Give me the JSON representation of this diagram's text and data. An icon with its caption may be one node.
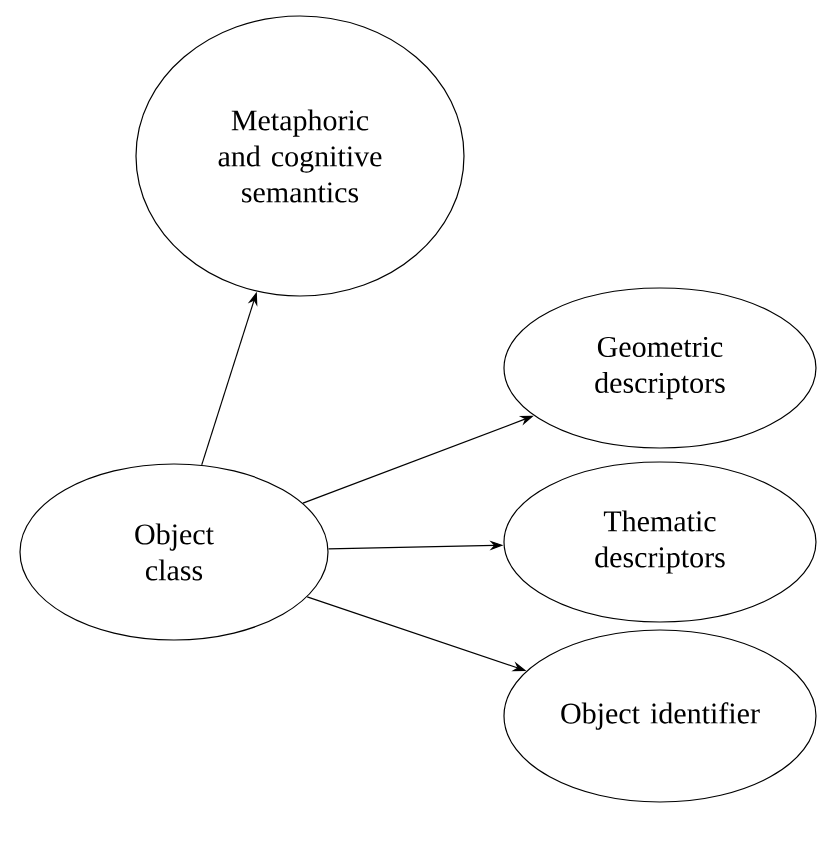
{
  "diagram": {
    "nodes": [
      {
        "text": [
          "Object class"
        ]
      },
      {
        "text": [
          "Metaphoric and cognitive semantics"
        ]
      },
      {
        "text": [
          "Geometric descriptors"
        ]
      },
      {
        "text": [
          "Thematic descriptors"
        ]
      },
      {
        "text": [
          "Object identifier"
        ]
      }
    ],
    "edges": [
      {
        "from": 0,
        "to": 1,
        "arrow": "to"
      },
      {
        "from": 0,
        "to": 2,
        "arrow": "to"
      },
      {
        "from": 0,
        "to": 3,
        "arrow": "to"
      },
      {
        "from": 0,
        "to": 4,
        "arrow": "to"
      }
    ]
  }
}
